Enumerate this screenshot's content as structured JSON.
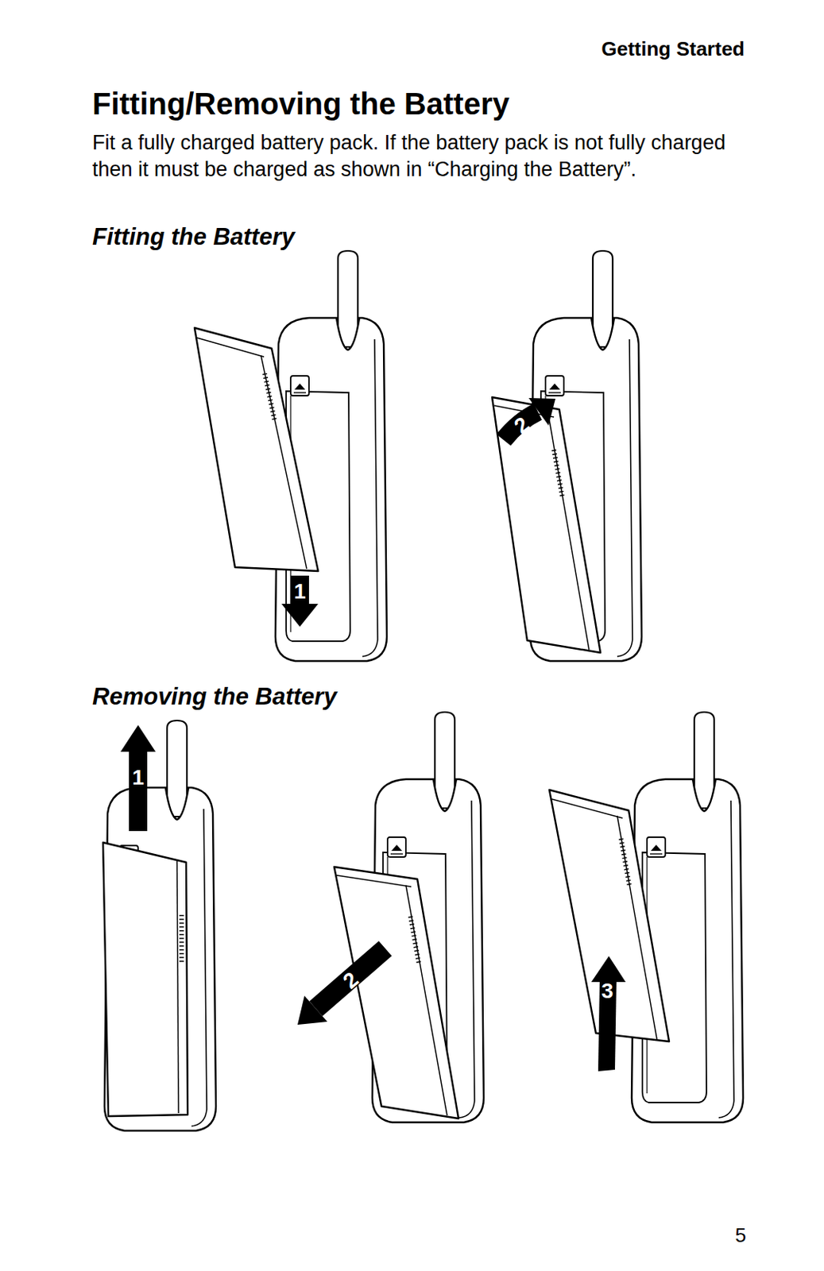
{
  "diagram": {
    "title": "Fitting/Removing the Battery",
    "labels": [
      "Getting Started",
      "Fit a fully charged battery pack. If the battery pack is not fully charged then it must be charged as shown in “Charging the Battery”.",
      "Fitting the Battery",
      "1",
      "2",
      "Removing the Battery",
      "1",
      "2",
      "3",
      "5"
    ]
  }
}
